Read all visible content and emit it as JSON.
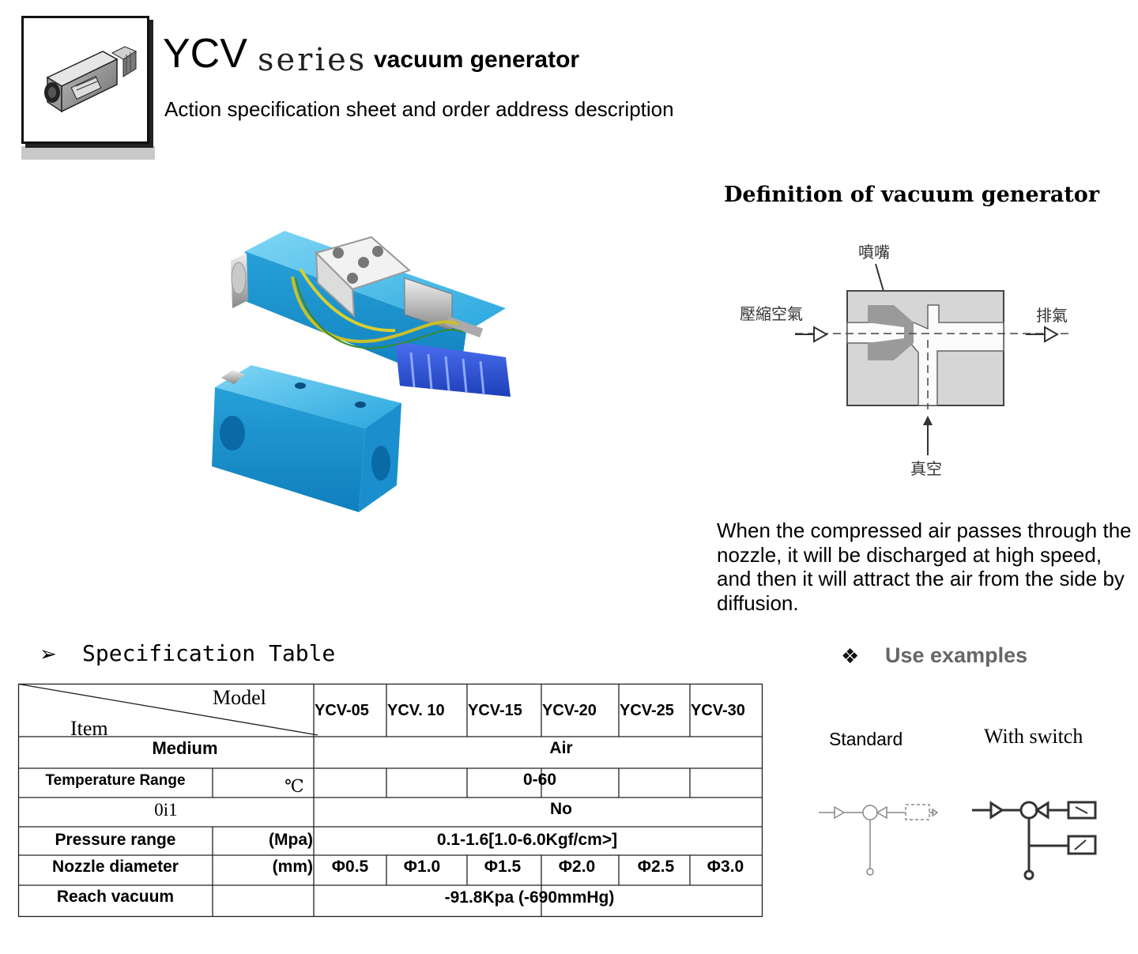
{
  "header": {
    "title_code": "YCV",
    "title_series": "series",
    "title_product": "vacuum generator",
    "subtitle": "Action specification sheet and order address description"
  },
  "definition": {
    "title": "Definition of vacuum generator",
    "diagram_labels": {
      "nozzle": "噴嘴",
      "compressed_air": "壓縮空氣",
      "exhaust": "排氣",
      "vacuum": "真空"
    },
    "text": "When the compressed air passes through the nozzle, it will be discharged at high speed, and then it will attract the air from the side by diffusion."
  },
  "spec": {
    "heading_marker": "➢",
    "heading": "Specification Table",
    "header_model": "Model",
    "header_item": "Item",
    "models": [
      "YCV-05",
      "YCV. 10",
      "YCV-15",
      "YCV-20",
      "YCV-25",
      "YCV-30"
    ],
    "rows": {
      "medium": {
        "label": "Medium",
        "value": "Air"
      },
      "temperature": {
        "label": "Temperature Range",
        "unit": "℃",
        "value": "0-60"
      },
      "oil": {
        "label": "0i1",
        "value": "No"
      },
      "pressure": {
        "label": "Pressure range",
        "unit": "(Mpa)",
        "value": "0.1-1.6[1.0-6.0Kgf/cm>]"
      },
      "nozzle": {
        "label": "Nozzle diameter",
        "unit": "(mm)",
        "values": [
          "Φ0.5",
          "Φ1.0",
          "Φ1.5",
          "Φ2.0",
          "Φ2.5",
          "Φ3.0"
        ]
      },
      "vacuum": {
        "label": "Reach vacuum",
        "value": "-91.8Kpa (-690mmHg)"
      }
    }
  },
  "use_examples": {
    "bullet": "❖",
    "title": "Use examples",
    "standard": "Standard",
    "with_switch": "With switch"
  }
}
